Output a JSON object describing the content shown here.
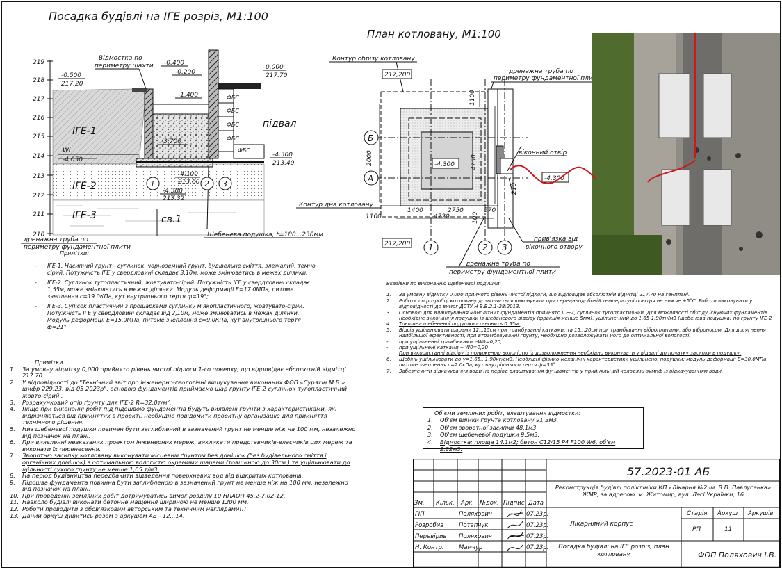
{
  "titles": {
    "section": "Посадка будівлі на ІГЕ розріз, М1:100",
    "plan": "План котловану, М1:100"
  },
  "section": {
    "elevations": [
      "219",
      "218",
      "217",
      "216",
      "215",
      "214",
      "213",
      "212",
      "211",
      "210"
    ],
    "labels": {
      "vidmostka": "Відмостка по",
      "vidmostka2": "периметру шахти",
      "m0500": "-0.500",
      "v21720": "217.20",
      "m0400": "-0.400",
      "m0200": "-0.200",
      "v0000": "0.000",
      "v21770": "217.70",
      "m1400": "-1.400",
      "m3700": "-3.700",
      "pidval": "підвал",
      "ige1": "ІГЕ-1",
      "ige2": "ІГЕ-2",
      "ige3": "ІГЕ-3",
      "wl": "WL",
      "m4050": "-4.050",
      "m4300": "-4.300",
      "v21340": "213.40",
      "m4100": "-4.100",
      "v21360": "213.60",
      "m4380": "-4.380",
      "v21332": "213.32",
      "sv": "св.1",
      "fbs": "ФБС",
      "axis1": "1",
      "axis2": "2",
      "axis3": "3",
      "podushka": "Щебенева подушка, t=180...230мм",
      "drain1": "дренажна труба по",
      "drain2": "периметру фундаментної плити"
    }
  },
  "plan": {
    "labels": {
      "kontur_obrizu": "Контур обрізу котловану",
      "v217200a": "217,200",
      "v217200b": "217,200",
      "drain_top1": "дренажна труба по",
      "drain_top2": "периметру фундаментної плити",
      "m4300a": "-4,300",
      "m4300b": "-4,300",
      "vikonnyi": "віконний отвір",
      "kontur_dna": "Контур дна котловану",
      "axisB": "Б",
      "axisA": "А",
      "axis1": "1",
      "axis2": "2",
      "axis3": "3",
      "d2000": "2000",
      "d4750": "4750",
      "d1100": "1100",
      "d1400": "1400",
      "d2750": "2750",
      "d570": "570",
      "d4720": "4720",
      "d1100b": "1100",
      "d100": "100",
      "d210": "210",
      "privyazka1": "прив'язка від",
      "privyazka2": "віконного отвору",
      "drain_bot1": "дренажна труба по",
      "drain_bot2": "периметру фундаментної плити"
    }
  },
  "notes_left": {
    "header": "Примітки:",
    "items": [
      "ІГЕ-1. Насипний грунт - суглинок, чорноземний грунт, будівельне сміття, злежалий, темно сірий. Потужність ІГЕ у свердловині складає  3,10м, може змінюватись в межах ділянки.",
      "ІГЕ-2. Суглинок тугопластичний, жовтувато-сірий. Потужність ІГЕ у свердловині складає 1,55м, може змінюватись в межах ділянки. Модуль деформації Е=17.0МПа, питоме зчеплення с=19.0КПа, кут внутрішнього тертя ф=19°;",
      "ІГЕ-3. Супісок пластичний з прошарками суглинку м'якопластичного, жовтувато-сірий. Потужність ІГЕ у свердловині складає  від 2,10м, може змінюватись в межах ділянки. Модуль деформації Е=15.0МПа, питоме зчеплення с=9.0КПа, кут внутрішнього тертя ф=21°"
    ]
  },
  "notes_main": {
    "header": "Примітки",
    "items": [
      {
        "n": "1.",
        "t": "За умовну відмітку 0,000 прийнято рівень чистої підлоги 1-го поверху, що відповідає абсолютній відмітці 217.70."
      },
      {
        "n": "2.",
        "t": "У відповідності до \"Технічний звіт про інженерно-геологічні вишукування виконаних ФОП «Суряхін М.Б.» шифр 229.23, від  05 2023р\", основою фундаментів приймаємо шар грунту ІГЕ-2 суглинок тугопластичний жовто-сірий ."
      },
      {
        "n": "3.",
        "t": "Розрахунковий опір ґрунту для ІГЕ-2  R=32.0т/м²."
      },
      {
        "n": "4.",
        "t": "Якщо при виконанні робіт під підошвою фундаментів будуть виявлені грунти з характеристиками, які відрізняються від прийнятих в проекті, необхідно повідомити проектну організацію для прийняття технічного рішення."
      },
      {
        "n": "5.",
        "t": "Низ щебеневої подушки повинен бути заглиблений в зазначений грунт не менше ніж на 100 мм, незалежно від позначок на плані."
      },
      {
        "n": "6.",
        "t": "При виявленні невказаних проектом інженерних мереж, викликати представників-власників цих мереж та виконати їх перенесення."
      },
      {
        "n": "7.",
        "t": "Зворотню засипку котловану виконувати місцевим ґрунтом без домішок (без будівельного сміття і органічних домішок) з оптимальною вологістю окремими шарами (товщиною до 30см.) та ущільнювати до щільності сухого грунту не менше 1,65 т/м3.",
        "u": true
      },
      {
        "n": "8.",
        "t": "На період будівництва передбачити відведення поверхневих вод від відкритих котлованів;"
      },
      {
        "n": "9.",
        "t": "Підошва фундамента повинна бути заглибленою в зазначений грунт не менше ніж на 100 мм, незалежно від позначок на плані."
      },
      {
        "n": "10.",
        "t": "При проведенні земляних робіт дотримуватись вимог розділу 10 НПАОП 45.2-7.02-12."
      },
      {
        "n": "11.",
        "t": "Навколо будівлі виконати бетонне мащення шириною не менше 1200 мм."
      },
      {
        "n": "12.",
        "t": "Роботи проводити з обов'язковим авторським та технічним наглядами!!!"
      },
      {
        "n": "13.",
        "t": "Даний аркуш дивитись разом з аркушем АБ - 12...14."
      }
    ]
  },
  "notes_right": {
    "header": "Вказівки по виконанню щебеневої подушки:",
    "items": [
      {
        "n": "1.",
        "t": "За умовну відмітку 0.000 прийнято рівень чистої підлоги, що відповідає абсолютній відмітці 217.70 на генплані."
      },
      {
        "n": "2.",
        "t": "Роботи по розробці котловану дозволяється виконувати при середньодобовій температурі повітря не нижче +5°С. Роботи виконувати у відповідності до вимог ДСТУ Н Б.В.2.1-28:2013."
      },
      {
        "n": "3.",
        "t": "Основою для влаштування монолітних фундаментів прийнято ІГЕ-2, суглинок тугопластичний. Для можливості обходу існуючих фундаментів необхідне виконання подушки із щебеневого відсіву (фракція менше 5мм), ущільненний до 1.65-1.90тн/м3 (щебенева подушка) по  грунту ІГЕ-2 ."
      },
      {
        "n": "4.",
        "t": "Товщина щебеневої подушки становить 0.55м.",
        "u": true
      },
      {
        "n": "5.",
        "t": "Відсів ущільнювати шарами 12...15см при трамбуванні катками, та  15...20см при трамбуванні віброплитами, або віброносом. Для досягнення найбільшої ефективності, при втрамбовуванні грунту, необхідно дозволожувати його до оптимальної вологості:"
      },
      {
        "n": "-",
        "t": "при ущільненні трамбівками --W0=0,20;"
      },
      {
        "n": "-",
        "t": "при ущільнені катками --  W0=0,20"
      },
      {
        "n": "",
        "t": "При використанні відсіву із пониженою вологістю їх дозволожнення необхідно виконувати  у відвалі до початку засипки в подушку.",
        "u": true
      },
      {
        "n": "6.",
        "t": "Щебінь ущільнювати до γ=1,65...1,90кг/см3. Необхідні фізико-механічні характеристики ущільненої подушки: модуль деформації Е=30,0МПа, питоме зчеплення с=2.0кПа, кут внутрішнього тертя ф=35°."
      },
      {
        "n": "7.",
        "t": "Забезпечити відкачування води на період влаштування фундаментів у прийняльний колодязь-зумпф із відкачуванням води."
      }
    ]
  },
  "volumes": {
    "header": "Об'єми земляних робіт, влаштування відмостки:",
    "items": [
      {
        "n": "1.",
        "t": "Об'єм виїмки ґрунта котловану 91.3м3."
      },
      {
        "n": "2.",
        "t": "Об'єм зворотної засипки 48.1м3."
      },
      {
        "n": "3.",
        "t": "Об'єм щебеневої подушки 9.5м3."
      },
      {
        "n": "4.",
        "t": "Відмостка: площа 14.1м2; бетон С12/15 Р4 F100 W6,  об'єм 2.82м3."
      }
    ]
  },
  "stamp": {
    "code": "57.2023-01 АБ",
    "project": "Реконструкція будівлі поліклініки КП «Лікарня №2 ім. В.П. Павлусенка» ЖМР, за адресою: м. Житомир, вул. Лесі Українки, 16",
    "building": "Лікарняний корпус",
    "sheet_title": "Посадка  будівлі  на  ІГЕ  розріз,  план котловану",
    "company": "ФОП Поляхович І.В.",
    "head": [
      "Зм.",
      "Кільк.",
      "Арк.",
      "№док.",
      "Підпис",
      "Дата"
    ],
    "staff": [
      {
        "role": "ГІП",
        "name": "Поляхович",
        "date": "07.23р."
      },
      {
        "role": "Розробив",
        "name": "Потапчук",
        "date": "07.23р."
      },
      {
        "role": "Перевірив",
        "name": "Поляхович",
        "date": "07.23р."
      },
      {
        "role": "Н. Контр.",
        "name": "Мамчур",
        "date": "07.23р."
      }
    ],
    "stage_h": "Стадія",
    "sheet_h": "Аркуш",
    "sheets_h": "Аркушів",
    "stage": "РП",
    "sheet": "11",
    "sheets": ""
  }
}
